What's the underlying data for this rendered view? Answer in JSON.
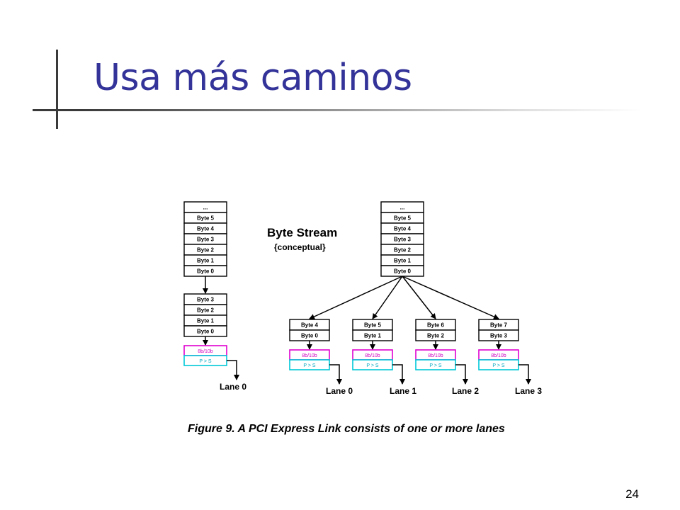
{
  "slide": {
    "title": "Usa más caminos",
    "page_number": "24"
  },
  "figure": {
    "stream_label": "Byte Stream",
    "stream_sublabel": "{conceptual}",
    "ellipsis": "...",
    "stream_bytes": [
      "Byte 5",
      "Byte 4",
      "Byte 3",
      "Byte 2",
      "Byte 1",
      "Byte 0"
    ],
    "x1_bytes": [
      "Byte 3",
      "Byte 2",
      "Byte 1",
      "Byte 0"
    ],
    "encode_label": "8b/10b",
    "serializer_label": "P > S",
    "x1_lane": "Lane 0",
    "x4_lanes": [
      {
        "label": "Lane 0",
        "bytes": [
          "Byte 4",
          "Byte 0"
        ]
      },
      {
        "label": "Lane 1",
        "bytes": [
          "Byte 5",
          "Byte 1"
        ]
      },
      {
        "label": "Lane 2",
        "bytes": [
          "Byte 6",
          "Byte 2"
        ]
      },
      {
        "label": "Lane 3",
        "bytes": [
          "Byte 7",
          "Byte 3"
        ]
      }
    ],
    "caption": "Figure 9.  A PCI Express Link consists of one or more lanes"
  }
}
